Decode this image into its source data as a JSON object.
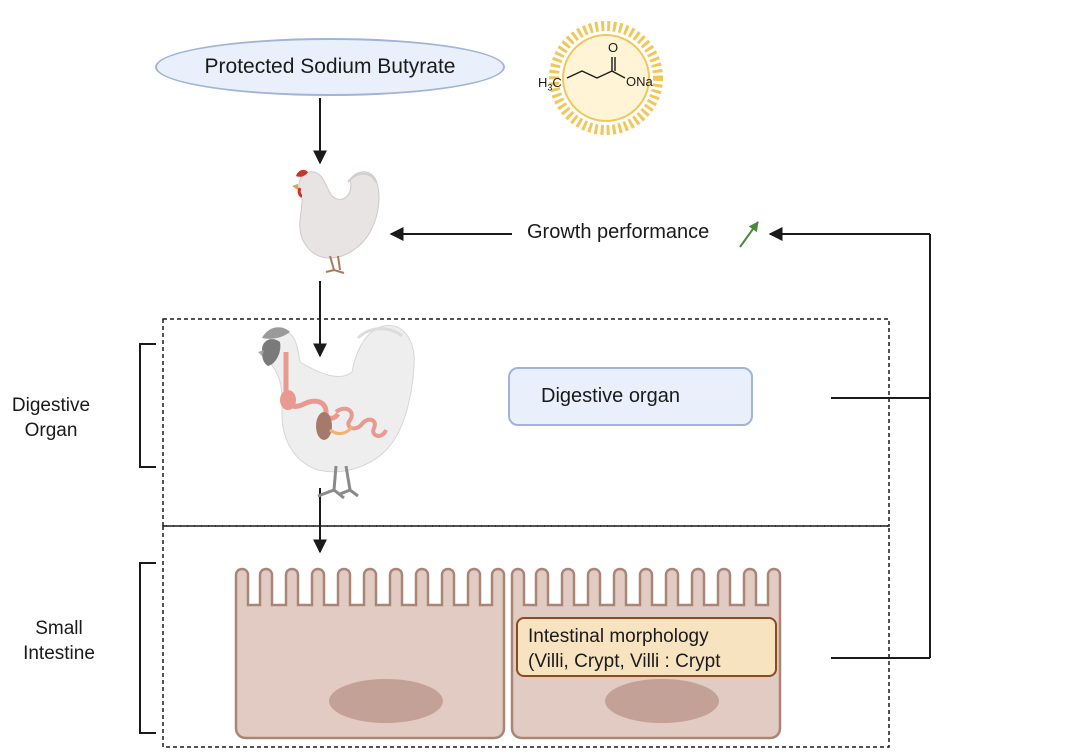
{
  "supplement": {
    "label": "Protected Sodium Butyrate"
  },
  "molecule": {
    "h3c_main": "H",
    "h3c_sub": "3",
    "h3c_c": "C",
    "oxygen": "O",
    "ona": "ONa"
  },
  "growth": {
    "label": "Growth performance"
  },
  "digestive_box": {
    "label": "Digestive organ"
  },
  "morphology": {
    "line1": "Intestinal morphology",
    "line2": "(Villi, Crypt, Villi : Crypt"
  },
  "sections": {
    "digestive": {
      "line1": "Digestive",
      "line2": "Organ"
    },
    "small_intestine": {
      "line1": "Small",
      "line2": "Intestine"
    }
  },
  "colors": {
    "increase_arrow": "#4a8a3a",
    "pill_fill": "#e9f0fb",
    "pill_border": "#9fb4d6",
    "tissue_fill": "#e2cbc2",
    "tissue_border": "#a98577",
    "nucleus": "#c4a197",
    "morph_fill": "#f8e3c1",
    "morph_border": "#8a4a22",
    "micelle": "#f1c75a"
  },
  "icons": [
    "chicken-icon",
    "chicken-digestive-tract-icon",
    "micelle-icon",
    "increase-arrow-icon"
  ]
}
